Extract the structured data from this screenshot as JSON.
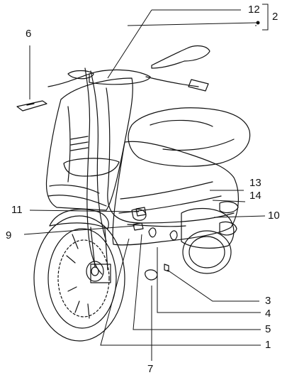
{
  "diagram": {
    "callouts": {
      "c1": "1",
      "c2": "2",
      "c3": "3",
      "c4": "4",
      "c5": "5",
      "c6": "6",
      "c7": "7",
      "c9": "9",
      "c10": "10",
      "c11": "11",
      "c12": "12",
      "c13": "13",
      "c14": "14"
    }
  }
}
